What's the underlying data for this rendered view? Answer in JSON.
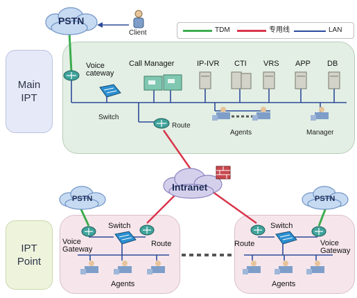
{
  "labels": {
    "pstn_main": "PSTN",
    "client": "Client",
    "voice_gateway_main": "Voice\ncateway",
    "call_manager": "Call Manager",
    "ip_ivr": "IP-IVR",
    "cti": "CTI",
    "vrs": "VRS",
    "app": "APP",
    "db": "DB",
    "switch_main": "Switch",
    "route_main": "Route",
    "agents_main": "Agents",
    "manager": "Manager",
    "main_ipt": "Main\nIPT",
    "intranet": "Intranet",
    "ipt_point": "IPT\nPoint",
    "pstn_left": "PSTN",
    "pstn_right": "PSTN",
    "switch_left": "Switch",
    "switch_right": "Switch",
    "voice_gateway_left": "Voice\nGateway",
    "voice_gateway_right": "Voice\nGateway",
    "route_left": "Route",
    "route_right": "Route",
    "agents_left": "Agents",
    "agents_right": "Agents"
  },
  "legend": {
    "tdm": "TDM",
    "dedicated": "专用线",
    "lan": "LAN"
  },
  "colors": {
    "tdm": "#3dac4e",
    "dedicated": "#d8344a",
    "lan": "#2b4a9a",
    "router": "#3fa39b",
    "switch": "#2c8fd0"
  }
}
